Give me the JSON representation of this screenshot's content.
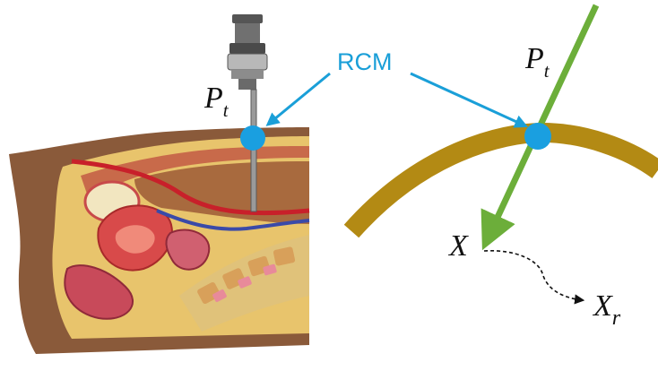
{
  "labels": {
    "rcm": "RCM",
    "pt_left": {
      "base": "P",
      "sub": "t"
    },
    "pt_right": {
      "base": "P",
      "sub": "t"
    },
    "x": "X",
    "xr": {
      "base": "X",
      "sub": "r"
    }
  },
  "colors": {
    "rcm_label": "#1a9fd8",
    "rcm_point": "#1a9fe0",
    "instrument_line": "#6cae3a",
    "body_wall_arc": "#b38a14",
    "text": "#111111",
    "skin": "#8a5a3a",
    "fat": "#e8c46c",
    "muscle": "#c84a4a",
    "vessel_red": "#c8202a",
    "vessel_blue": "#3a4aa8",
    "spine": "#d8b86a",
    "instrument_metal": "#8c8c8c"
  },
  "icons": {
    "left_panel": "abdominal-cross-section-illustration",
    "instrument": "laparoscopic-trocar-icon"
  }
}
